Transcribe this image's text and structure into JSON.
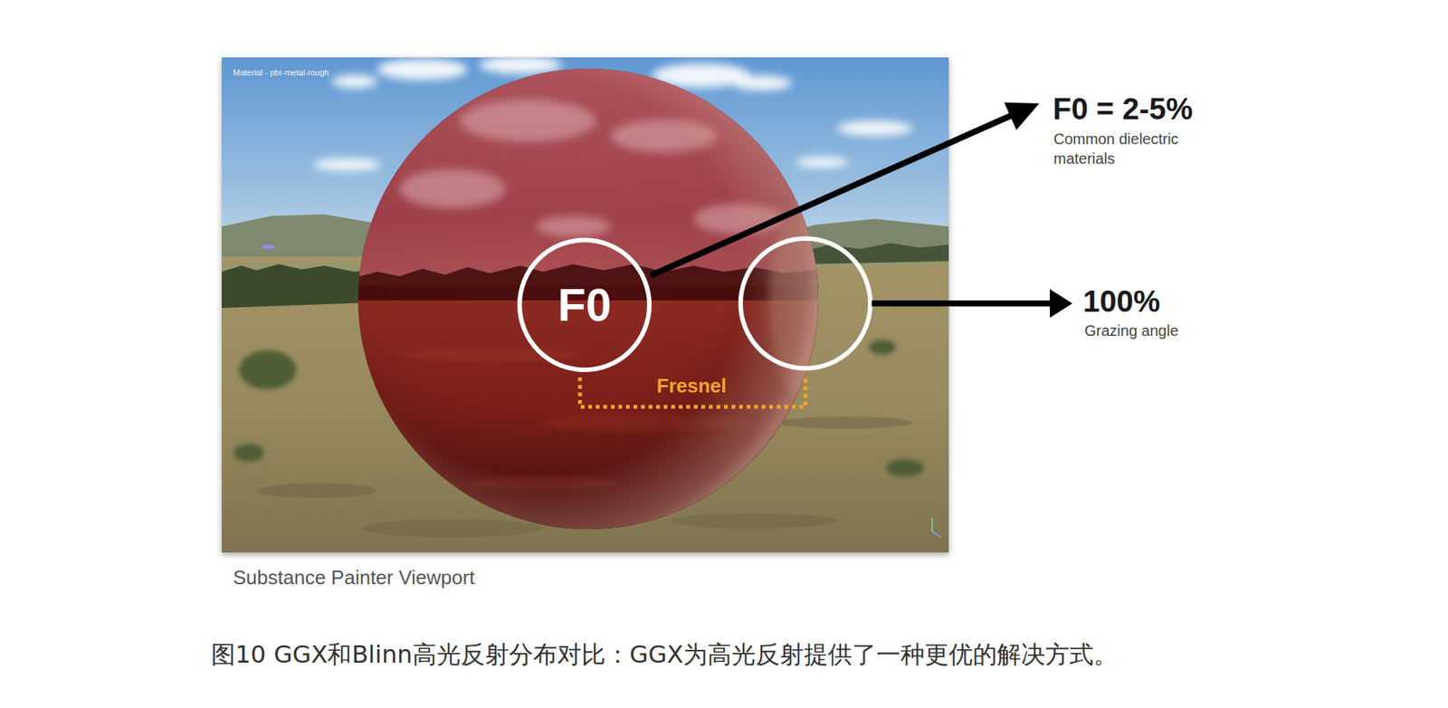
{
  "diagram": {
    "caption": "图10 GGX和Blinn高光反射分布对比：GGX为高光反射提供了一种更优的解决方式。",
    "nodes": [
      {
        "text": [
          "F0"
        ]
      }
    ],
    "labels": [
      "Material - pbr-metal-rough",
      "F0 = 2-5%",
      "Common dielectric materials",
      "100%",
      "Grazing angle",
      "Fresnel",
      "Substance Painter Viewport"
    ]
  }
}
